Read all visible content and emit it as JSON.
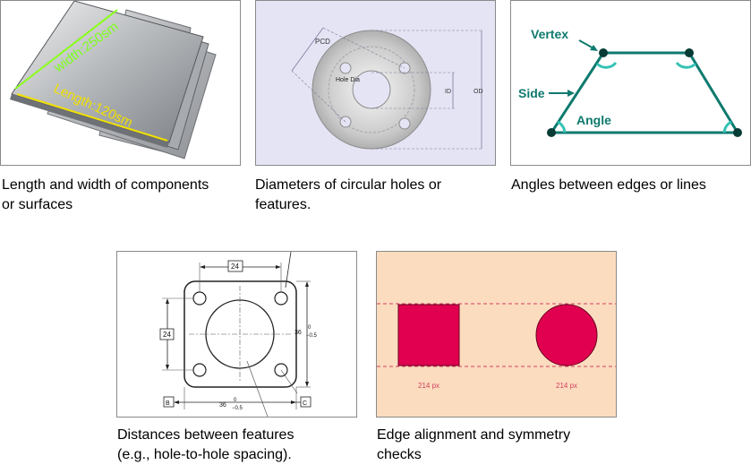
{
  "panels": {
    "plates": {
      "width_label": "width:250sm",
      "length_label": "Length:120sm",
      "caption_lines": [
        "Length and width of components",
        "or surfaces"
      ]
    },
    "flange": {
      "pcd_label": "PCD",
      "hole_label": "Hole Dia",
      "id_label": "ID",
      "od_label": "OD",
      "caption_lines": [
        "Diameters of circular holes or",
        "features."
      ]
    },
    "trapezoid": {
      "vertex_label": "Vertex",
      "side_label": "Side",
      "angle_label": "Angle",
      "accent_color": "#0e7a6e",
      "caption_lines": [
        "Angles between edges or lines"
      ]
    },
    "drawing": {
      "top_dim": "24",
      "left_dim": "24",
      "right_dim": "36",
      "right_tol_upper": "0",
      "right_tol_lower": "−0.5",
      "bottom_dim": "36",
      "bottom_tol_upper": "0",
      "bottom_tol_lower": "−0.5",
      "datum_b": "B",
      "datum_c": "C",
      "caption_lines": [
        "Distances between features",
        "(e.g., hole-to-hole spacing)."
      ]
    },
    "alignment": {
      "left_px_label": "214 px",
      "right_px_label": "214 px",
      "shape_color": "#e0004f",
      "background_color": "#fcdcbf",
      "caption_lines": [
        "Edge alignment and symmetry",
        "checks"
      ]
    }
  }
}
